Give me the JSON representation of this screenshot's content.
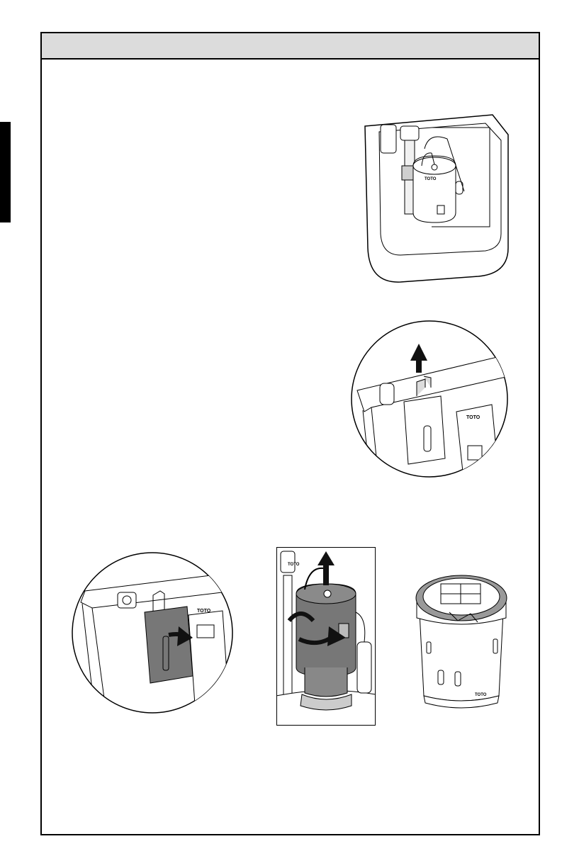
{
  "header": {
    "title": ""
  },
  "colors": {
    "frame": "#000000",
    "header_band": "#dcdcdc",
    "side_tab": "#000000",
    "part_dark": "#777777",
    "part_light": "#f3f3f3"
  },
  "illustrations": {
    "tank": {
      "icon": "toilet-tank-icon",
      "badge": "TOTO"
    },
    "lift_clip": {
      "icon": "arrow-up-icon",
      "badge": "TOTO"
    },
    "remove_clip": {
      "icon": "arrow-right-icon",
      "badge": "TOTO"
    },
    "rotate_canister": {
      "icon": "rotate-arrow-icon",
      "badge": "TOTO"
    },
    "canister": {
      "icon": "flush-canister-icon",
      "badge": "TOTO"
    }
  }
}
